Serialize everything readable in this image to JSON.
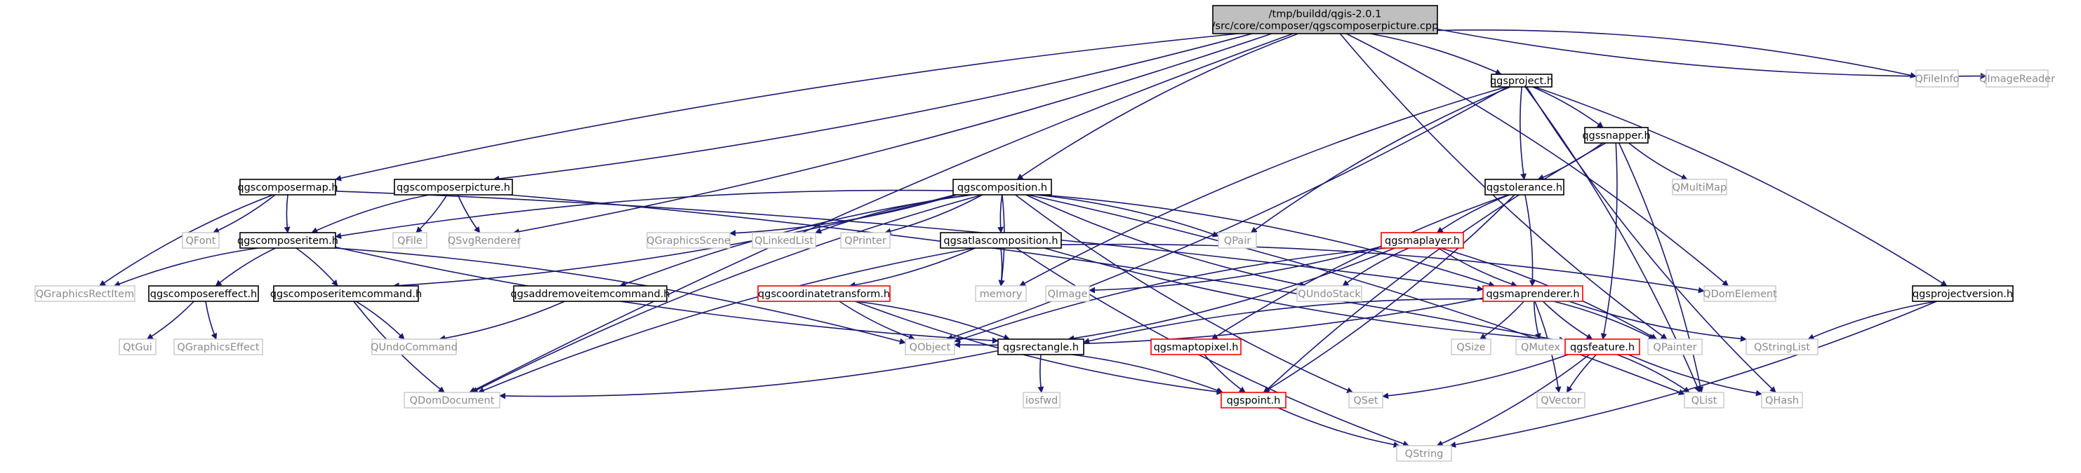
{
  "colors": {
    "edge": "#191970",
    "edge_ext": "#a0a0a0",
    "root_fill": "#bfbfbf",
    "red_border": "#ff0000",
    "ext_border": "#c8c8c8",
    "ext_text": "#8a8a8a"
  },
  "nodes": [
    {
      "id": "root",
      "lines": [
        "/tmp/buildd/qgis-2.0.1",
        "/src/core/composer/qgscomposerpicture.cpp"
      ],
      "kind": "root"
    },
    {
      "id": "qfileinfo",
      "lines": [
        "QFileInfo"
      ],
      "kind": "ext"
    },
    {
      "id": "qimagereader",
      "lines": [
        "QImageReader"
      ],
      "kind": "ext"
    },
    {
      "id": "qgsproject",
      "lines": [
        "qgsproject.h"
      ],
      "kind": "file"
    },
    {
      "id": "qgssnapper",
      "lines": [
        "qgssnapper.h"
      ],
      "kind": "file"
    },
    {
      "id": "qmultimap",
      "lines": [
        "QMultiMap"
      ],
      "kind": "ext"
    },
    {
      "id": "qgstolerance",
      "lines": [
        "qgstolerance.h"
      ],
      "kind": "file"
    },
    {
      "id": "qgsmaplayer",
      "lines": [
        "qgsmaplayer.h"
      ],
      "kind": "red"
    },
    {
      "id": "qgsprojectversion",
      "lines": [
        "qgsprojectversion.h"
      ],
      "kind": "file"
    },
    {
      "id": "qgscomposermap",
      "lines": [
        "qgscomposermap.h"
      ],
      "kind": "file"
    },
    {
      "id": "qgscomposerpicture",
      "lines": [
        "qgscomposerpicture.h"
      ],
      "kind": "file"
    },
    {
      "id": "qgscomposition",
      "lines": [
        "qgscomposition.h"
      ],
      "kind": "file"
    },
    {
      "id": "qfont",
      "lines": [
        "QFont"
      ],
      "kind": "ext"
    },
    {
      "id": "qgscomposeritem",
      "lines": [
        "qgscomposeritem.h"
      ],
      "kind": "file"
    },
    {
      "id": "qfile",
      "lines": [
        "QFile"
      ],
      "kind": "ext"
    },
    {
      "id": "qsvgrenderer",
      "lines": [
        "QSvgRenderer"
      ],
      "kind": "ext"
    },
    {
      "id": "qgraphicsscene",
      "lines": [
        "QGraphicsScene"
      ],
      "kind": "ext"
    },
    {
      "id": "qlinkedlist",
      "lines": [
        "QLinkedList"
      ],
      "kind": "ext"
    },
    {
      "id": "qprinter",
      "lines": [
        "QPrinter"
      ],
      "kind": "ext"
    },
    {
      "id": "qgsatlascomposition",
      "lines": [
        "qgsatlascomposition.h"
      ],
      "kind": "file"
    },
    {
      "id": "qpair",
      "lines": [
        "QPair"
      ],
      "kind": "ext"
    },
    {
      "id": "qgraphicsrectitem",
      "lines": [
        "QGraphicsRectItem"
      ],
      "kind": "ext"
    },
    {
      "id": "qgscomposereffect",
      "lines": [
        "qgscomposereffect.h"
      ],
      "kind": "file"
    },
    {
      "id": "qgscomposeritemcommand",
      "lines": [
        "qgscomposeritemcommand.h"
      ],
      "kind": "file"
    },
    {
      "id": "qgsaddremoveitemcommand",
      "lines": [
        "qgsaddremoveitemcommand.h"
      ],
      "kind": "file"
    },
    {
      "id": "qgscoordinatetransform",
      "lines": [
        "qgscoordinatetransform.h"
      ],
      "kind": "red"
    },
    {
      "id": "memory",
      "lines": [
        "memory"
      ],
      "kind": "ext"
    },
    {
      "id": "qimage",
      "lines": [
        "QImage"
      ],
      "kind": "ext"
    },
    {
      "id": "qundostack",
      "lines": [
        "QUndoStack"
      ],
      "kind": "ext"
    },
    {
      "id": "qgsmaprenderer",
      "lines": [
        "qgsmaprenderer.h"
      ],
      "kind": "red"
    },
    {
      "id": "qdomelement",
      "lines": [
        "QDomElement"
      ],
      "kind": "ext"
    },
    {
      "id": "qtgui",
      "lines": [
        "QtGui"
      ],
      "kind": "ext"
    },
    {
      "id": "qgraphicseffect",
      "lines": [
        "QGraphicsEffect"
      ],
      "kind": "ext"
    },
    {
      "id": "qundocommand",
      "lines": [
        "QUndoCommand"
      ],
      "kind": "ext"
    },
    {
      "id": "qobject",
      "lines": [
        "QObject"
      ],
      "kind": "ext"
    },
    {
      "id": "qgsrectangle",
      "lines": [
        "qgsrectangle.h"
      ],
      "kind": "file"
    },
    {
      "id": "qgsmaptopixel",
      "lines": [
        "qgsmaptopixel.h"
      ],
      "kind": "red"
    },
    {
      "id": "qsize",
      "lines": [
        "QSize"
      ],
      "kind": "ext"
    },
    {
      "id": "qmutex",
      "lines": [
        "QMutex"
      ],
      "kind": "ext"
    },
    {
      "id": "qgsfeature",
      "lines": [
        "qgsfeature.h"
      ],
      "kind": "red"
    },
    {
      "id": "qpainter",
      "lines": [
        "QPainter"
      ],
      "kind": "ext"
    },
    {
      "id": "qstringlist",
      "lines": [
        "QStringList"
      ],
      "kind": "ext"
    },
    {
      "id": "qdomdocument",
      "lines": [
        "QDomDocument"
      ],
      "kind": "ext"
    },
    {
      "id": "iosfwd",
      "lines": [
        "iosfwd"
      ],
      "kind": "ext"
    },
    {
      "id": "qgspoint",
      "lines": [
        "qgspoint.h"
      ],
      "kind": "red"
    },
    {
      "id": "qset",
      "lines": [
        "QSet"
      ],
      "kind": "ext"
    },
    {
      "id": "qvector",
      "lines": [
        "QVector"
      ],
      "kind": "ext"
    },
    {
      "id": "qlist",
      "lines": [
        "QList"
      ],
      "kind": "ext"
    },
    {
      "id": "qhash",
      "lines": [
        "QHash"
      ],
      "kind": "ext"
    },
    {
      "id": "qstring",
      "lines": [
        "QString"
      ],
      "kind": "ext"
    }
  ],
  "edges": [
    [
      "root",
      "qfileinfo"
    ],
    [
      "root",
      "qimagereader"
    ],
    [
      "root",
      "qgsproject"
    ],
    [
      "root",
      "qgscomposermap"
    ],
    [
      "root",
      "qgscomposerpicture"
    ],
    [
      "root",
      "qgscomposition"
    ],
    [
      "root",
      "qsvgrenderer"
    ],
    [
      "root",
      "qdomdocument"
    ],
    [
      "root",
      "qdomelement"
    ],
    [
      "root",
      "qpainter"
    ],
    [
      "qgsproject",
      "qgssnapper"
    ],
    [
      "qgsproject",
      "qgstolerance"
    ],
    [
      "qgsproject",
      "qgsprojectversion"
    ],
    [
      "qgsproject",
      "qpair"
    ],
    [
      "qgsproject",
      "qobject"
    ],
    [
      "qgsproject",
      "memory"
    ],
    [
      "qgsproject",
      "qlist"
    ],
    [
      "qgsproject",
      "qhash"
    ],
    [
      "qgssnapper",
      "qgstolerance"
    ],
    [
      "qgssnapper",
      "qmultimap"
    ],
    [
      "qgssnapper",
      "qgsfeature"
    ],
    [
      "qgssnapper",
      "qgspoint"
    ],
    [
      "qgssnapper",
      "qlist"
    ],
    [
      "qgstolerance",
      "qgsmaplayer"
    ],
    [
      "qgstolerance",
      "qgsmaprenderer"
    ],
    [
      "qgstolerance",
      "qgsmaptopixel"
    ],
    [
      "qgstolerance",
      "qgspoint"
    ],
    [
      "qgsmaplayer",
      "qgsmaprenderer"
    ],
    [
      "qgsmaplayer",
      "qimage"
    ],
    [
      "qgsmaplayer",
      "qundostack"
    ],
    [
      "qgsmaplayer",
      "qgsrectangle"
    ],
    [
      "qgsmaplayer",
      "qobject"
    ],
    [
      "qgsmaplayer",
      "qpainter"
    ],
    [
      "qgsprojectversion",
      "qstringlist"
    ],
    [
      "qgsprojectversion",
      "qstring"
    ],
    [
      "qgscomposermap",
      "qgscomposeritem"
    ],
    [
      "qgscomposermap",
      "qfont"
    ],
    [
      "qgscomposermap",
      "qgraphicsrectitem"
    ],
    [
      "qgscomposermap",
      "qgsmaprenderer"
    ],
    [
      "qgscomposerpicture",
      "qgscomposeritem"
    ],
    [
      "qgscomposerpicture",
      "qfile"
    ],
    [
      "qgscomposerpicture",
      "qsvgrenderer"
    ],
    [
      "qgscomposerpicture",
      "qgsfeature"
    ],
    [
      "qgscomposition",
      "qgscomposeritem"
    ],
    [
      "qgscomposition",
      "qgraphicsscene"
    ],
    [
      "qgscomposition",
      "qlinkedlist"
    ],
    [
      "qgscomposition",
      "qprinter"
    ],
    [
      "qgscomposition",
      "qgsatlascomposition"
    ],
    [
      "qgscomposition",
      "qpair"
    ],
    [
      "qgscomposition",
      "qundostack"
    ],
    [
      "qgscomposition",
      "memory"
    ],
    [
      "qgscomposition",
      "qgsaddremoveitemcommand"
    ],
    [
      "qgscomposition",
      "qgscomposeritemcommand"
    ],
    [
      "qgscomposition",
      "qdomdocument"
    ],
    [
      "qgscomposition",
      "qgsmaprenderer"
    ],
    [
      "qgscomposition",
      "qset"
    ],
    [
      "qgscomposition",
      "qlist"
    ],
    [
      "qgscomposeritem",
      "qgscomposereffect"
    ],
    [
      "qgscomposeritem",
      "qgscomposeritemcommand"
    ],
    [
      "qgscomposeritem",
      "qgraphicsrectitem"
    ],
    [
      "qgscomposeritem",
      "qobject"
    ],
    [
      "qgscomposeritem",
      "qgsrectangle"
    ],
    [
      "qgsatlascomposition",
      "qgscoordinatetransform"
    ],
    [
      "qgsatlascomposition",
      "qgsfeature"
    ],
    [
      "qgsatlascomposition",
      "memory"
    ],
    [
      "qgsatlascomposition",
      "qdomdocument"
    ],
    [
      "qgsatlascomposition",
      "qdomelement"
    ],
    [
      "qgsatlascomposition",
      "qstring"
    ],
    [
      "qgscomposereffect",
      "qtgui"
    ],
    [
      "qgscomposereffect",
      "qgraphicseffect"
    ],
    [
      "qgscomposeritemcommand",
      "qundocommand"
    ],
    [
      "qgscomposeritemcommand",
      "qdomdocument"
    ],
    [
      "qgsaddremoveitemcommand",
      "qundocommand"
    ],
    [
      "qgscoordinatetransform",
      "qobject"
    ],
    [
      "qgscoordinatetransform",
      "qgsrectangle"
    ],
    [
      "qgscoordinatetransform",
      "qgspoint"
    ],
    [
      "qgsmaprenderer",
      "qobject"
    ],
    [
      "qgsmaprenderer",
      "qgsrectangle"
    ],
    [
      "qgsmaprenderer",
      "qsize"
    ],
    [
      "qgsmaprenderer",
      "qmutex"
    ],
    [
      "qgsmaprenderer",
      "qvector"
    ],
    [
      "qgsmaprenderer",
      "qgsfeature"
    ],
    [
      "qgsmaprenderer",
      "qpainter"
    ],
    [
      "qgsmaprenderer",
      "qstringlist"
    ],
    [
      "qgsrectangle",
      "qdomdocument"
    ],
    [
      "qgsrectangle",
      "iosfwd"
    ],
    [
      "qgsrectangle",
      "qgspoint"
    ],
    [
      "qgsmaptopixel",
      "qgspoint"
    ],
    [
      "qgsfeature",
      "qset"
    ],
    [
      "qgsfeature",
      "qvector"
    ],
    [
      "qgsfeature",
      "qlist"
    ],
    [
      "qgsfeature",
      "qhash"
    ],
    [
      "qgsfeature",
      "qstring"
    ],
    [
      "qgspoint",
      "qstring"
    ]
  ]
}
